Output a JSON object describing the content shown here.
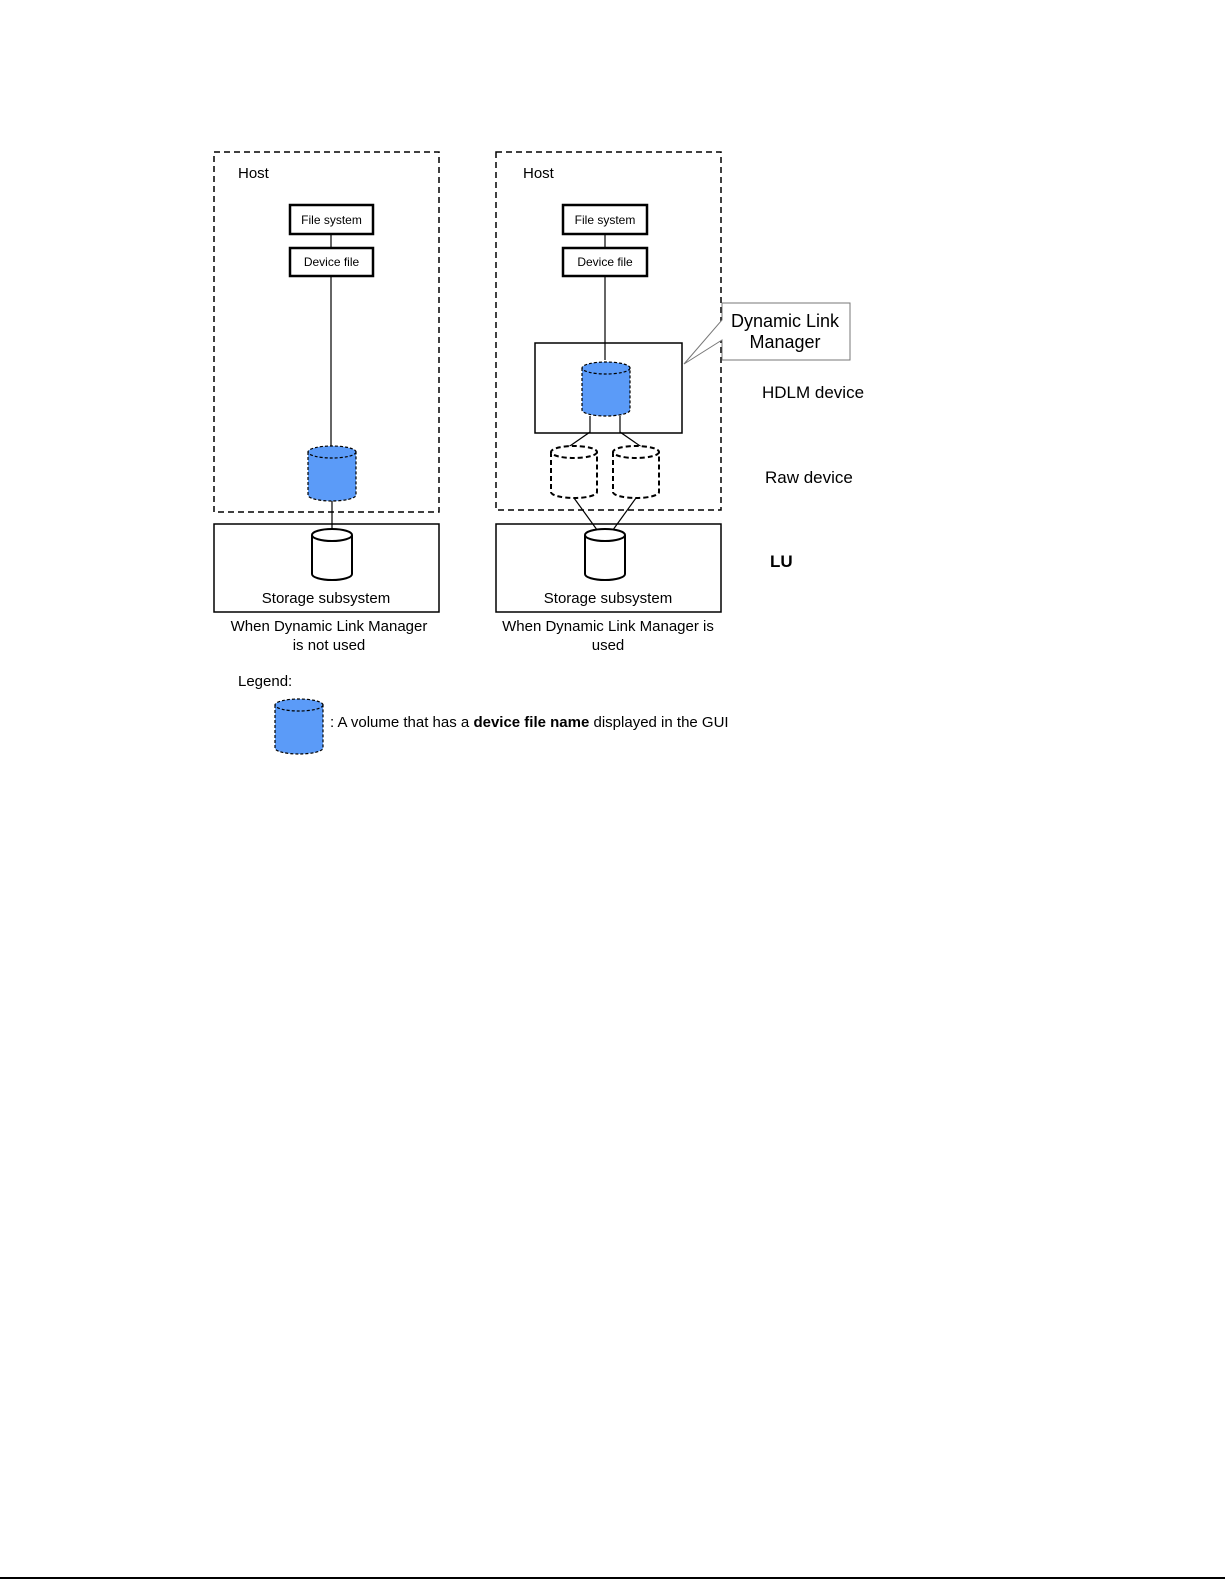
{
  "left_panel": {
    "host_label": "Host",
    "file_system_label": "File system",
    "device_file_label": "Device file",
    "storage_label": "Storage subsystem",
    "caption_line1": "When Dynamic Link Manager",
    "caption_line2": "is not used"
  },
  "right_panel": {
    "host_label": "Host",
    "file_system_label": "File system",
    "device_file_label": "Device file",
    "callout_line1": "Dynamic Link",
    "callout_line2": "Manager",
    "storage_label": "Storage subsystem",
    "caption_line1": "When Dynamic Link Manager is",
    "caption_line2": "used"
  },
  "side_labels": {
    "hdlm_device": "HDLM device",
    "raw_device": "Raw device",
    "lu": "LU"
  },
  "legend": {
    "title": "Legend:",
    "prefix": ": A volume that has a ",
    "bold": "device file name",
    "suffix": " displayed in the GUI"
  },
  "colors": {
    "volume_fill": "#5B9BF8"
  }
}
